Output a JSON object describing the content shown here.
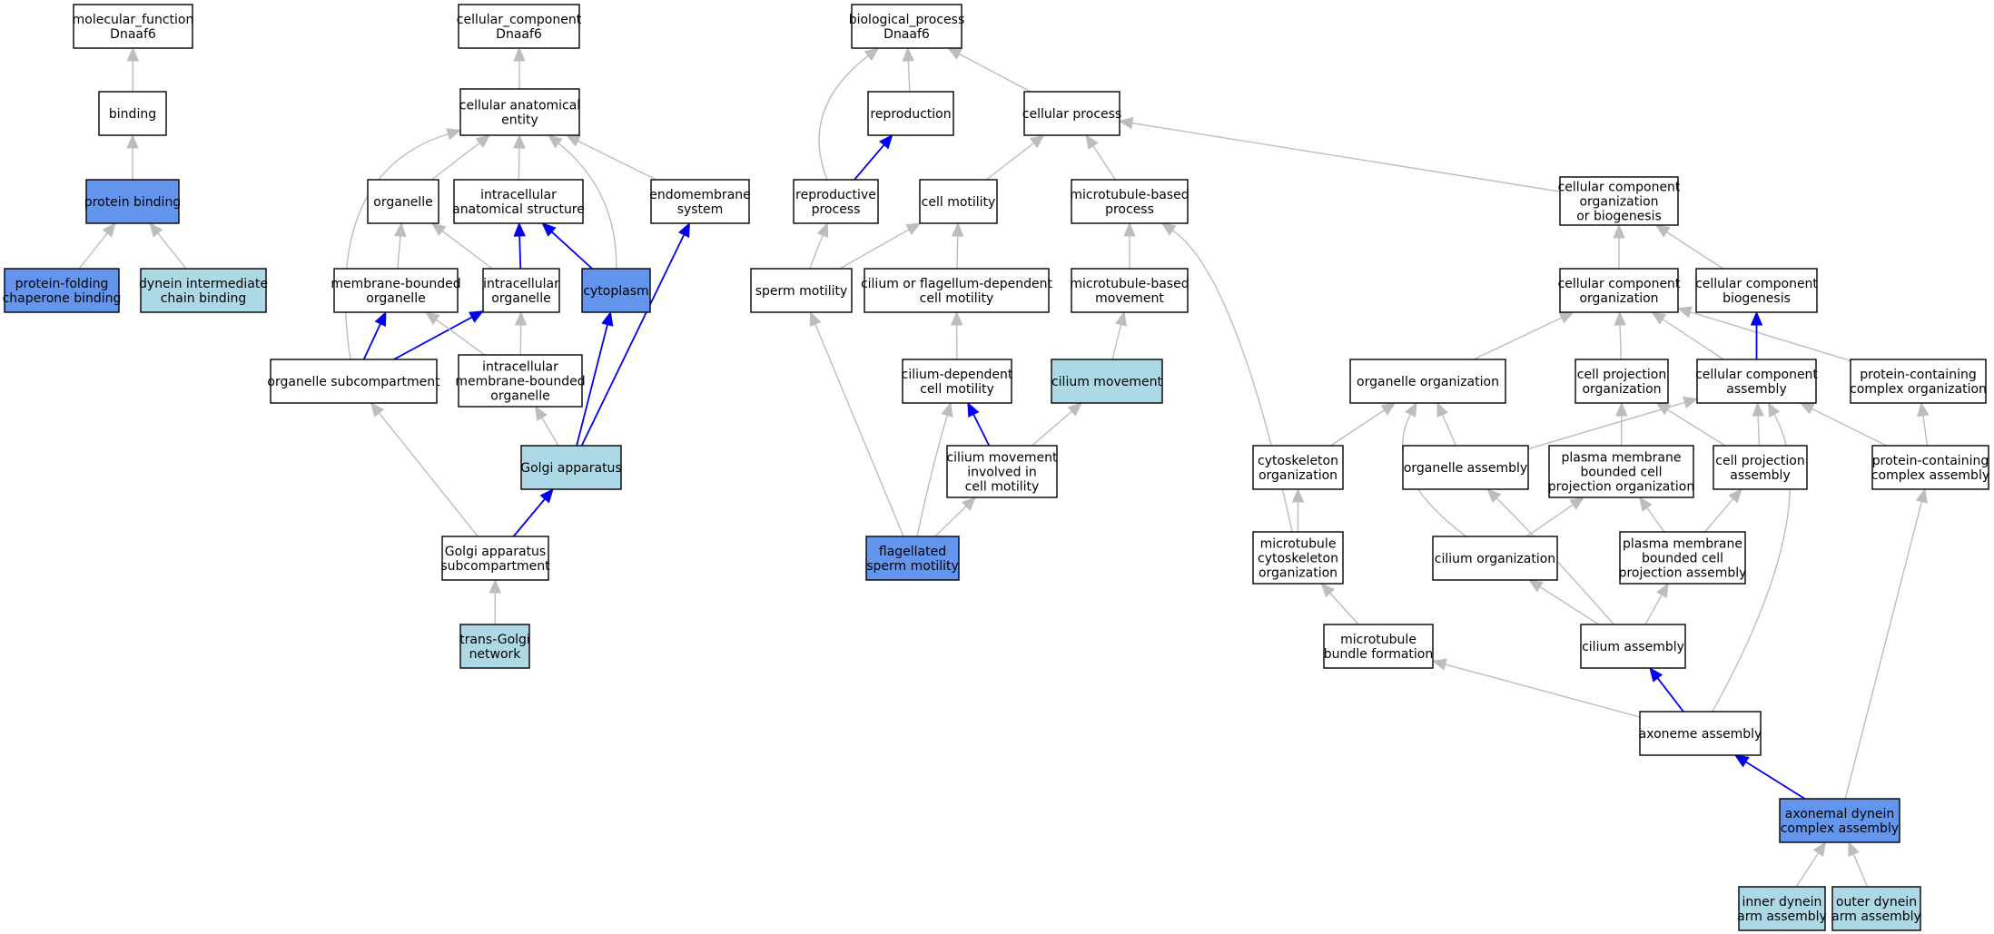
{
  "colors": {
    "plain": "#ffffff",
    "light": "#add8e6",
    "strong": "#6495ed",
    "edge_gray": "#bdbdbd",
    "edge_blue": "#0000ee"
  },
  "nodes": [
    {
      "id": "mf",
      "lines": [
        "molecular_function",
        "Dnaaf6"
      ],
      "style": "plain"
    },
    {
      "id": "binding",
      "lines": [
        "binding"
      ],
      "style": "plain"
    },
    {
      "id": "protbind",
      "lines": [
        "protein binding"
      ],
      "style": "strong"
    },
    {
      "id": "pfcb",
      "lines": [
        "protein-folding",
        "chaperone binding"
      ],
      "style": "strong"
    },
    {
      "id": "dicb",
      "lines": [
        "dynein intermediate",
        "chain binding"
      ],
      "style": "light"
    },
    {
      "id": "cc",
      "lines": [
        "cellular_component",
        "Dnaaf6"
      ],
      "style": "plain"
    },
    {
      "id": "cae",
      "lines": [
        "cellular anatomical",
        "entity"
      ],
      "style": "plain"
    },
    {
      "id": "organelle",
      "lines": [
        "organelle"
      ],
      "style": "plain"
    },
    {
      "id": "ias",
      "lines": [
        "intracellular",
        "anatomical structure"
      ],
      "style": "plain"
    },
    {
      "id": "endomem",
      "lines": [
        "endomembrane",
        "system"
      ],
      "style": "plain"
    },
    {
      "id": "mbo",
      "lines": [
        "membrane-bounded",
        "organelle"
      ],
      "style": "plain"
    },
    {
      "id": "intorg",
      "lines": [
        "intracellular",
        "organelle"
      ],
      "style": "plain"
    },
    {
      "id": "cytoplasm",
      "lines": [
        "cytoplasm"
      ],
      "style": "strong"
    },
    {
      "id": "osc",
      "lines": [
        "organelle subcompartment"
      ],
      "style": "plain"
    },
    {
      "id": "imbo",
      "lines": [
        "intracellular",
        "membrane-bounded",
        "organelle"
      ],
      "style": "plain"
    },
    {
      "id": "golgi",
      "lines": [
        "Golgi apparatus"
      ],
      "style": "light"
    },
    {
      "id": "gas",
      "lines": [
        "Golgi apparatus",
        "subcompartment"
      ],
      "style": "plain"
    },
    {
      "id": "tgn",
      "lines": [
        "trans-Golgi",
        "network"
      ],
      "style": "light"
    },
    {
      "id": "bp",
      "lines": [
        "biological_process",
        "Dnaaf6"
      ],
      "style": "plain"
    },
    {
      "id": "repro",
      "lines": [
        "reproduction"
      ],
      "style": "plain"
    },
    {
      "id": "cellproc",
      "lines": [
        "cellular process"
      ],
      "style": "plain"
    },
    {
      "id": "reproproc",
      "lines": [
        "reproductive",
        "process"
      ],
      "style": "plain"
    },
    {
      "id": "cellmot",
      "lines": [
        "cell motility"
      ],
      "style": "plain"
    },
    {
      "id": "mtbp",
      "lines": [
        "microtubule-based",
        "process"
      ],
      "style": "plain"
    },
    {
      "id": "ccob",
      "lines": [
        "cellular component",
        "organization",
        "or biogenesis"
      ],
      "style": "plain"
    },
    {
      "id": "spermmot",
      "lines": [
        "sperm motility"
      ],
      "style": "plain"
    },
    {
      "id": "cfdcm",
      "lines": [
        "cilium or flagellum-dependent",
        "cell motility"
      ],
      "style": "plain"
    },
    {
      "id": "mtbm",
      "lines": [
        "microtubule-based",
        "movement"
      ],
      "style": "plain"
    },
    {
      "id": "cco",
      "lines": [
        "cellular component",
        "organization"
      ],
      "style": "plain"
    },
    {
      "id": "ccb",
      "lines": [
        "cellular component",
        "biogenesis"
      ],
      "style": "plain"
    },
    {
      "id": "cdcm",
      "lines": [
        "cilium-dependent",
        "cell motility"
      ],
      "style": "plain"
    },
    {
      "id": "cilmov",
      "lines": [
        "cilium movement"
      ],
      "style": "light"
    },
    {
      "id": "orgorg",
      "lines": [
        "organelle organization"
      ],
      "style": "plain"
    },
    {
      "id": "cpo",
      "lines": [
        "cell projection",
        "organization"
      ],
      "style": "plain"
    },
    {
      "id": "cca",
      "lines": [
        "cellular component",
        "assembly"
      ],
      "style": "plain"
    },
    {
      "id": "pcco",
      "lines": [
        "protein-containing",
        "complex organization"
      ],
      "style": "plain"
    },
    {
      "id": "cmicm",
      "lines": [
        "cilium movement",
        "involved in",
        "cell motility"
      ],
      "style": "plain"
    },
    {
      "id": "cytoorg",
      "lines": [
        "cytoskeleton",
        "organization"
      ],
      "style": "plain"
    },
    {
      "id": "orgasm",
      "lines": [
        "organelle assembly"
      ],
      "style": "plain"
    },
    {
      "id": "pmbcpo",
      "lines": [
        "plasma membrane",
        "bounded cell",
        "projection organization"
      ],
      "style": "plain"
    },
    {
      "id": "cpa",
      "lines": [
        "cell projection",
        "assembly"
      ],
      "style": "plain"
    },
    {
      "id": "pcca",
      "lines": [
        "protein-containing",
        "complex assembly"
      ],
      "style": "plain"
    },
    {
      "id": "fsm",
      "lines": [
        "flagellated",
        "sperm motility"
      ],
      "style": "strong"
    },
    {
      "id": "mco",
      "lines": [
        "microtubule",
        "cytoskeleton",
        "organization"
      ],
      "style": "plain"
    },
    {
      "id": "cilorg",
      "lines": [
        "cilium organization"
      ],
      "style": "plain"
    },
    {
      "id": "pmbcpa",
      "lines": [
        "plasma membrane",
        "bounded cell",
        "projection assembly"
      ],
      "style": "plain"
    },
    {
      "id": "mbf",
      "lines": [
        "microtubule",
        "bundle formation"
      ],
      "style": "plain"
    },
    {
      "id": "cilasm",
      "lines": [
        "cilium assembly"
      ],
      "style": "plain"
    },
    {
      "id": "axasm",
      "lines": [
        "axoneme assembly"
      ],
      "style": "plain"
    },
    {
      "id": "adca",
      "lines": [
        "axonemal dynein",
        "complex assembly"
      ],
      "style": "strong"
    },
    {
      "id": "idaa",
      "lines": [
        "inner dynein",
        "arm assembly"
      ],
      "style": "light"
    },
    {
      "id": "odaa",
      "lines": [
        "outer dynein",
        "arm assembly"
      ],
      "style": "light"
    }
  ],
  "edges": [
    {
      "from": "binding",
      "to": "mf",
      "kind": "gray"
    },
    {
      "from": "protbind",
      "to": "binding",
      "kind": "gray"
    },
    {
      "from": "pfcb",
      "to": "protbind",
      "kind": "gray"
    },
    {
      "from": "dicb",
      "to": "protbind",
      "kind": "gray"
    },
    {
      "from": "cae",
      "to": "cc",
      "kind": "gray"
    },
    {
      "from": "organelle",
      "to": "cae",
      "kind": "gray"
    },
    {
      "from": "ias",
      "to": "cae",
      "kind": "gray"
    },
    {
      "from": "endomem",
      "to": "cae",
      "kind": "gray"
    },
    {
      "from": "cytoplasm",
      "to": "cae",
      "kind": "gray"
    },
    {
      "from": "osc",
      "to": "cae",
      "kind": "gray"
    },
    {
      "from": "mbo",
      "to": "organelle",
      "kind": "gray"
    },
    {
      "from": "intorg",
      "to": "organelle",
      "kind": "gray"
    },
    {
      "from": "intorg",
      "to": "ias",
      "kind": "blue"
    },
    {
      "from": "cytoplasm",
      "to": "ias",
      "kind": "blue"
    },
    {
      "from": "osc",
      "to": "mbo",
      "kind": "blue"
    },
    {
      "from": "osc",
      "to": "intorg",
      "kind": "blue"
    },
    {
      "from": "imbo",
      "to": "mbo",
      "kind": "gray"
    },
    {
      "from": "imbo",
      "to": "intorg",
      "kind": "gray"
    },
    {
      "from": "golgi",
      "to": "imbo",
      "kind": "gray"
    },
    {
      "from": "golgi",
      "to": "cytoplasm",
      "kind": "blue"
    },
    {
      "from": "golgi",
      "to": "endomem",
      "kind": "blue"
    },
    {
      "from": "gas",
      "to": "osc",
      "kind": "gray"
    },
    {
      "from": "gas",
      "to": "golgi",
      "kind": "blue"
    },
    {
      "from": "tgn",
      "to": "gas",
      "kind": "gray"
    },
    {
      "from": "repro",
      "to": "bp",
      "kind": "gray"
    },
    {
      "from": "cellproc",
      "to": "bp",
      "kind": "gray"
    },
    {
      "from": "reproproc",
      "to": "bp",
      "kind": "gray"
    },
    {
      "from": "reproproc",
      "to": "repro",
      "kind": "blue"
    },
    {
      "from": "cellmot",
      "to": "cellproc",
      "kind": "gray"
    },
    {
      "from": "mtbp",
      "to": "cellproc",
      "kind": "gray"
    },
    {
      "from": "ccob",
      "to": "cellproc",
      "kind": "gray"
    },
    {
      "from": "spermmot",
      "to": "reproproc",
      "kind": "gray"
    },
    {
      "from": "spermmot",
      "to": "cellmot",
      "kind": "gray"
    },
    {
      "from": "cfdcm",
      "to": "cellmot",
      "kind": "gray"
    },
    {
      "from": "mtbm",
      "to": "mtbp",
      "kind": "gray"
    },
    {
      "from": "cco",
      "to": "ccob",
      "kind": "gray"
    },
    {
      "from": "ccb",
      "to": "ccob",
      "kind": "gray"
    },
    {
      "from": "cdcm",
      "to": "cfdcm",
      "kind": "gray"
    },
    {
      "from": "cilmov",
      "to": "mtbm",
      "kind": "gray"
    },
    {
      "from": "orgorg",
      "to": "cco",
      "kind": "gray"
    },
    {
      "from": "cpo",
      "to": "cco",
      "kind": "gray"
    },
    {
      "from": "cca",
      "to": "cco",
      "kind": "gray"
    },
    {
      "from": "pcco",
      "to": "cco",
      "kind": "gray"
    },
    {
      "from": "cca",
      "to": "ccb",
      "kind": "blue"
    },
    {
      "from": "cmicm",
      "to": "cdcm",
      "kind": "blue"
    },
    {
      "from": "cmicm",
      "to": "cilmov",
      "kind": "gray"
    },
    {
      "from": "fsm",
      "to": "spermmot",
      "kind": "gray"
    },
    {
      "from": "fsm",
      "to": "cdcm",
      "kind": "gray"
    },
    {
      "from": "fsm",
      "to": "cmicm",
      "kind": "gray"
    },
    {
      "from": "cytoorg",
      "to": "orgorg",
      "kind": "gray"
    },
    {
      "from": "orgasm",
      "to": "orgorg",
      "kind": "gray"
    },
    {
      "from": "orgasm",
      "to": "cca",
      "kind": "gray"
    },
    {
      "from": "pmbcpo",
      "to": "cpo",
      "kind": "gray"
    },
    {
      "from": "cpa",
      "to": "cpo",
      "kind": "gray"
    },
    {
      "from": "cpa",
      "to": "cca",
      "kind": "gray"
    },
    {
      "from": "pcca",
      "to": "cca",
      "kind": "gray"
    },
    {
      "from": "pcca",
      "to": "pcco",
      "kind": "gray"
    },
    {
      "from": "mco",
      "to": "cytoorg",
      "kind": "gray"
    },
    {
      "from": "mco",
      "to": "mtbp",
      "kind": "gray"
    },
    {
      "from": "cilorg",
      "to": "orgorg",
      "kind": "gray"
    },
    {
      "from": "cilorg",
      "to": "pmbcpo",
      "kind": "gray"
    },
    {
      "from": "pmbcpa",
      "to": "pmbcpo",
      "kind": "gray"
    },
    {
      "from": "pmbcpa",
      "to": "cpa",
      "kind": "gray"
    },
    {
      "from": "mbf",
      "to": "mco",
      "kind": "gray"
    },
    {
      "from": "cilasm",
      "to": "cilorg",
      "kind": "gray"
    },
    {
      "from": "cilasm",
      "to": "pmbcpa",
      "kind": "gray"
    },
    {
      "from": "cilasm",
      "to": "orgasm",
      "kind": "gray"
    },
    {
      "from": "axasm",
      "to": "cilasm",
      "kind": "blue"
    },
    {
      "from": "axasm",
      "to": "mbf",
      "kind": "gray"
    },
    {
      "from": "axasm",
      "to": "cca",
      "kind": "gray"
    },
    {
      "from": "adca",
      "to": "axasm",
      "kind": "blue"
    },
    {
      "from": "adca",
      "to": "pcca",
      "kind": "gray"
    },
    {
      "from": "idaa",
      "to": "adca",
      "kind": "gray"
    },
    {
      "from": "odaa",
      "to": "adca",
      "kind": "gray"
    }
  ]
}
